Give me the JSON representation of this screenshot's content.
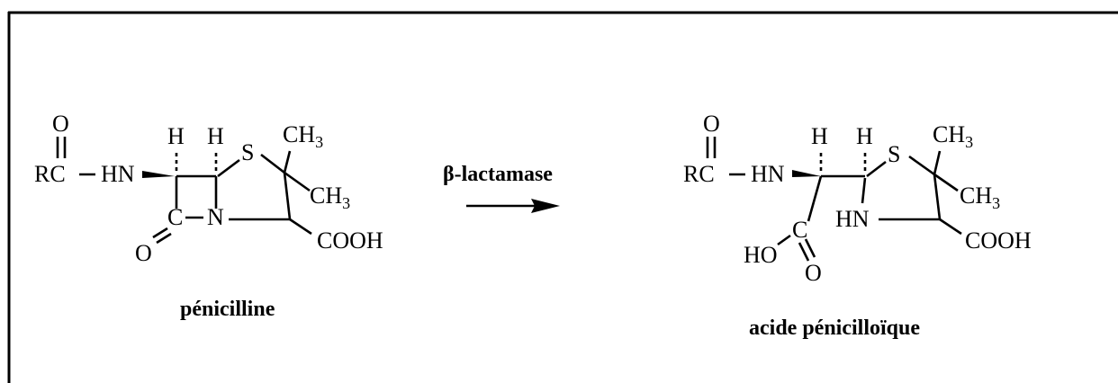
{
  "reaction": {
    "enzyme_label": "β-lactamase",
    "reactant": {
      "name": "pénicilline",
      "atoms": {
        "o_acyl": "O",
        "rc": "RC",
        "hn": "HN",
        "h1": "H",
        "h2": "H",
        "s": "S",
        "ch3_top_base": "CH",
        "ch3_top_sub": "3",
        "ch3_mid_base": "CH",
        "ch3_mid_sub": "3",
        "c_lactam": "C",
        "n": "N",
        "o_lactam": "O",
        "cooh": "COOH"
      }
    },
    "product": {
      "name": "acide pénicilloïque",
      "atoms": {
        "o_acyl": "O",
        "rc": "RC",
        "hn": "HN",
        "h1": "H",
        "h2": "H",
        "s": "S",
        "ch3_top_base": "CH",
        "ch3_top_sub": "3",
        "ch3_mid_base": "CH",
        "ch3_mid_sub": "3",
        "hn_ring": "HN",
        "c_acid": "C",
        "ho": "HO",
        "o_acid": "O",
        "cooh": "COOH"
      }
    }
  }
}
